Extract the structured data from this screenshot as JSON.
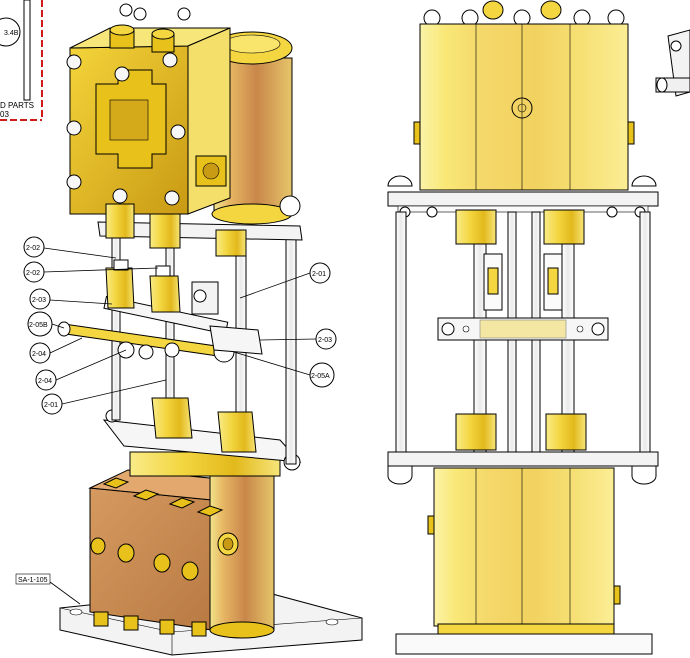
{
  "title_block": {
    "ref_partial": "3.4B",
    "text_line1": "D PARTS",
    "text_line2": "03"
  },
  "callouts": [
    {
      "id": "c1",
      "text": "2-02"
    },
    {
      "id": "c2",
      "text": "2-02"
    },
    {
      "id": "c3",
      "text": "2-03"
    },
    {
      "id": "c4",
      "text": "2-05B"
    },
    {
      "id": "c5",
      "text": "2-04"
    },
    {
      "id": "c6",
      "text": "2-04"
    },
    {
      "id": "c7",
      "text": "2-01"
    },
    {
      "id": "c8",
      "text": "2-01"
    },
    {
      "id": "c9",
      "text": "2-03"
    },
    {
      "id": "c10",
      "text": "2-05A"
    }
  ],
  "assembly_ref": "SA-1-105",
  "colors": {
    "brass": "#e8c21a",
    "brass_light": "#f7e77a",
    "brass_dark": "#b9901a",
    "copper": "#c9874a",
    "copper_dark": "#a8672e",
    "steel": "#f2f2f2",
    "outline": "#000000",
    "border_red": "#d11a1a"
  }
}
